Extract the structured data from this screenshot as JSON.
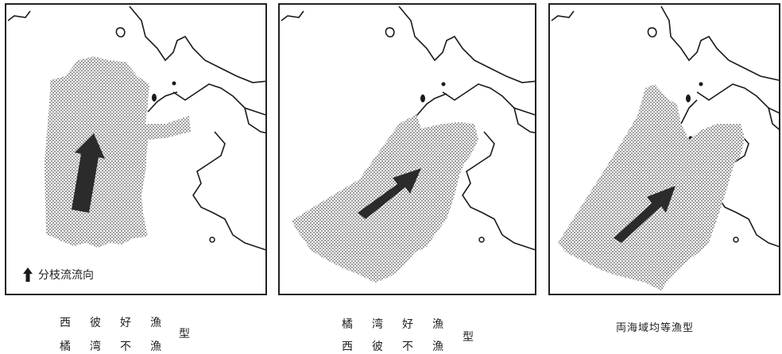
{
  "legend": {
    "icon": "up-arrow-icon",
    "label": "分枝流流向"
  },
  "panels": [
    {
      "caption_rows": [
        [
          "西",
          "彼",
          "好",
          "漁"
        ],
        [
          "橘",
          "湾",
          "不",
          "漁"
        ]
      ],
      "caption_tail": "型"
    },
    {
      "caption_rows": [
        [
          "橘",
          "湾",
          "好",
          "漁"
        ],
        [
          "西",
          "彼",
          "不",
          "漁"
        ]
      ],
      "caption_tail": "型"
    },
    {
      "caption_text": "両海域均等漁型"
    }
  ],
  "colors": {
    "stipple": "#555555",
    "arrow": "#2b2b2b",
    "coast": "#1a1a1a"
  }
}
